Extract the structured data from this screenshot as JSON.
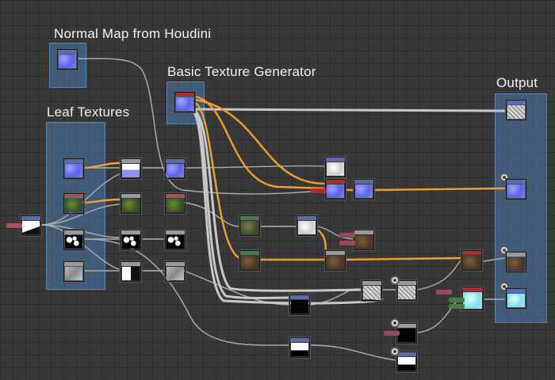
{
  "frames": {
    "normal_map": "Normal Map from Houdini",
    "basic_texture": "Basic Texture Generator",
    "leaf_textures": "Leaf Textures",
    "output": "Output"
  },
  "colors": {
    "canvas": "#383838",
    "frame": "#4878af",
    "wire_orange": "#f0a030",
    "wire_gray": "#b8b8b8",
    "bar_blue": "#5a6bb5",
    "bar_red": "#b02a30",
    "bar_green": "#4a7a4a",
    "bar_gray": "#9a9a9a"
  }
}
